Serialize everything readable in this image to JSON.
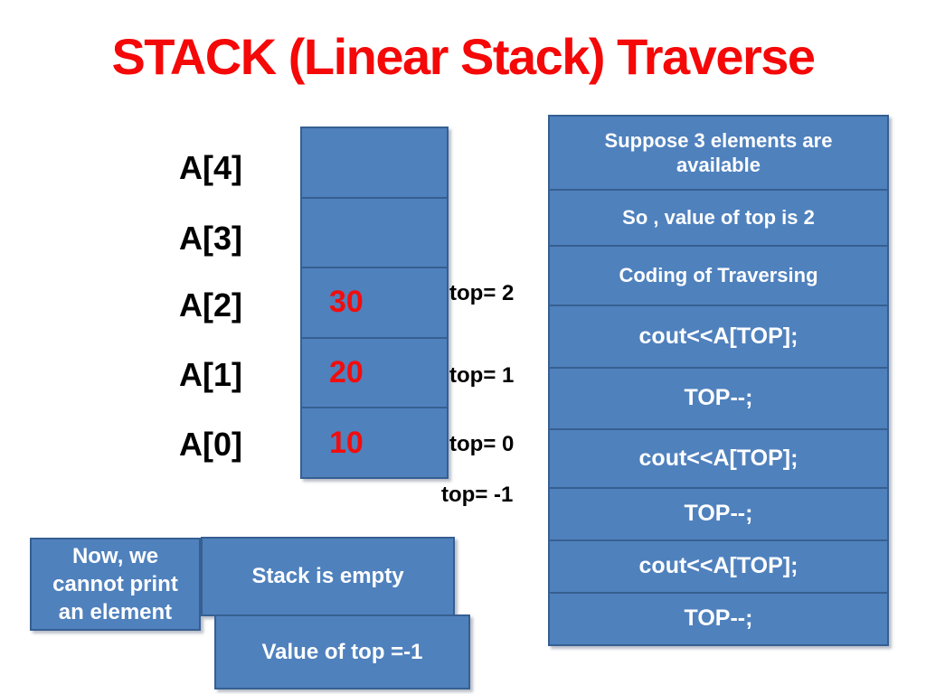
{
  "title": {
    "text": "STACK (Linear Stack) Traverse",
    "color": "#f40808"
  },
  "colors": {
    "box_fill": "#4f81bd",
    "box_border": "#365f91",
    "box_text": "#ffffff",
    "label_text": "#000000",
    "stack_value_red": "#f10d0d"
  },
  "array": {
    "labels": [
      "A[4]",
      "A[3]",
      "A[2]",
      "A[1]",
      "A[0]"
    ],
    "cells": [
      "",
      "",
      "30",
      "20",
      "10"
    ],
    "pointers": [
      "top= 2",
      "top= 1",
      "top= 0",
      "top= -1"
    ]
  },
  "callouts": {
    "now": "Now, we cannot print an element",
    "empty": "Stack is empty",
    "value_of_top": "Value of top =-1"
  },
  "steps": [
    "Suppose 3 elements are available",
    "So , value of top is 2",
    "Coding of Traversing",
    "cout<<A[TOP];",
    "TOP--;",
    "cout<<A[TOP];",
    "TOP--;",
    "cout<<A[TOP];",
    "TOP--;"
  ]
}
